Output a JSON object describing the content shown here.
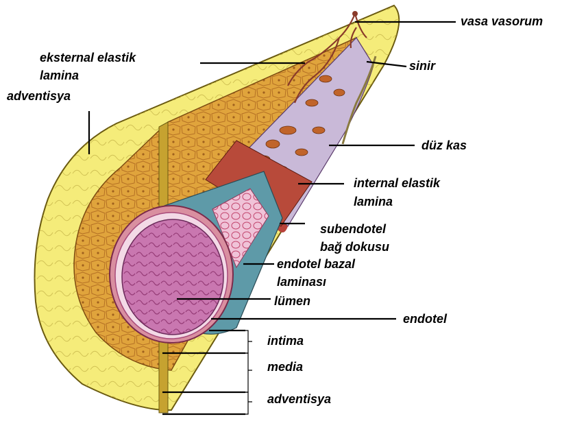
{
  "labels": {
    "vasa_vasorum": "vasa vasorum",
    "sinir": "sinir",
    "eksternal_elastik_lamina": [
      "eksternal elastik",
      "lamina"
    ],
    "adventisya_top": "adventisya",
    "duz_kas": "düz kas",
    "internal_elastik_lamina": [
      "internal elastik",
      "lamina"
    ],
    "subendotel_bag_dokusu": [
      "subendotel",
      "bağ dokusu"
    ],
    "endotel_bazal_laminasi": [
      "endotel bazal",
      "laminası"
    ],
    "lumen": "lümen",
    "endotel": "endotel",
    "intima": "intima",
    "media": "media",
    "adventisya_bottom": "adventisya"
  },
  "colors": {
    "adventitia": "#f5ec7a",
    "media": "#e0a43c",
    "media_cells": "#b8741e",
    "subendothelial": "#9fb7d6",
    "internal_lamina": "#b8423a",
    "basal_lamina": "#5e9aa8",
    "endothelium": "#f0c3d8",
    "lumen": "#c977b0",
    "vessel": "#8a3a2a",
    "line": "#000000"
  }
}
